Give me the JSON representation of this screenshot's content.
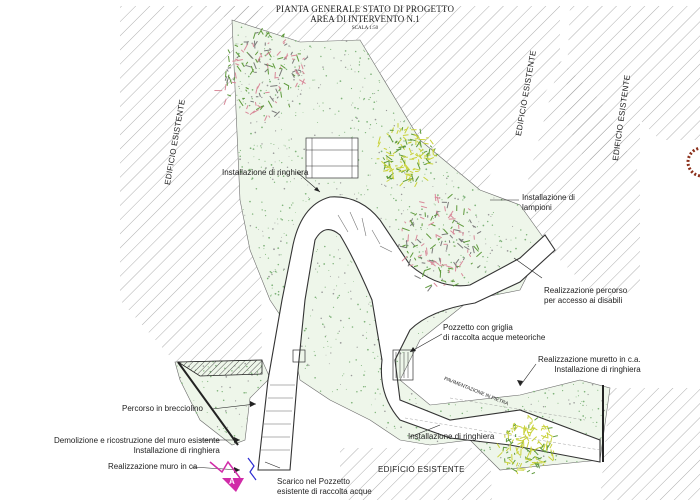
{
  "title": {
    "line1": "PIANTA GENERALE STATO DI PROGETTO",
    "line2": "AREA DI INTERVENTO N.1",
    "scale": "SCALA 1:50"
  },
  "buildings": {
    "left": "EDIFICIO ESISTENTE",
    "top_middle": "EDIFICIO ESISTENTE",
    "top_right": "EDIFICIO ESISTENTE",
    "bottom": "EDIFICIO ESISTENTE"
  },
  "paving_label": "PAVIMENTAZIONE IN PIETRA",
  "callouts": {
    "ringhiera_top": "Installazione di ringhiera",
    "lampioni": "Installazione di\nlampioni",
    "percorso_disabili": "Realizzazione percorso\nper accesso ai disabili",
    "pozzetto": "Pozzetto con griglia\ndi raccolta acque meteoriche",
    "muretto": "Realizzazione muretto in c.a.\nInstallazione di ringhiera",
    "brecciolino": "Percorso in brecciolino",
    "demolizione": "Demolizione e ricostruzione del muro esistente\nInstallazione di ringhiera",
    "ringhiera_bottom": "Installazione di ringhiera",
    "muro_ca": "Realizzazione muro in ca",
    "scarico": "Scarico nel Pozzetto\nesistente di raccolta acque"
  },
  "section_marker": "A",
  "colors": {
    "grass_dot": "#7fb37a",
    "tree_green": "#5f9a3c",
    "tree_yellow": "#c9d23a",
    "tree_pink": "#d98a9a",
    "hatch": "#555555",
    "marker_magenta": "#d12ba8",
    "marker_blue": "#2a2ad1",
    "brown_tree": "#8b2f1a"
  }
}
